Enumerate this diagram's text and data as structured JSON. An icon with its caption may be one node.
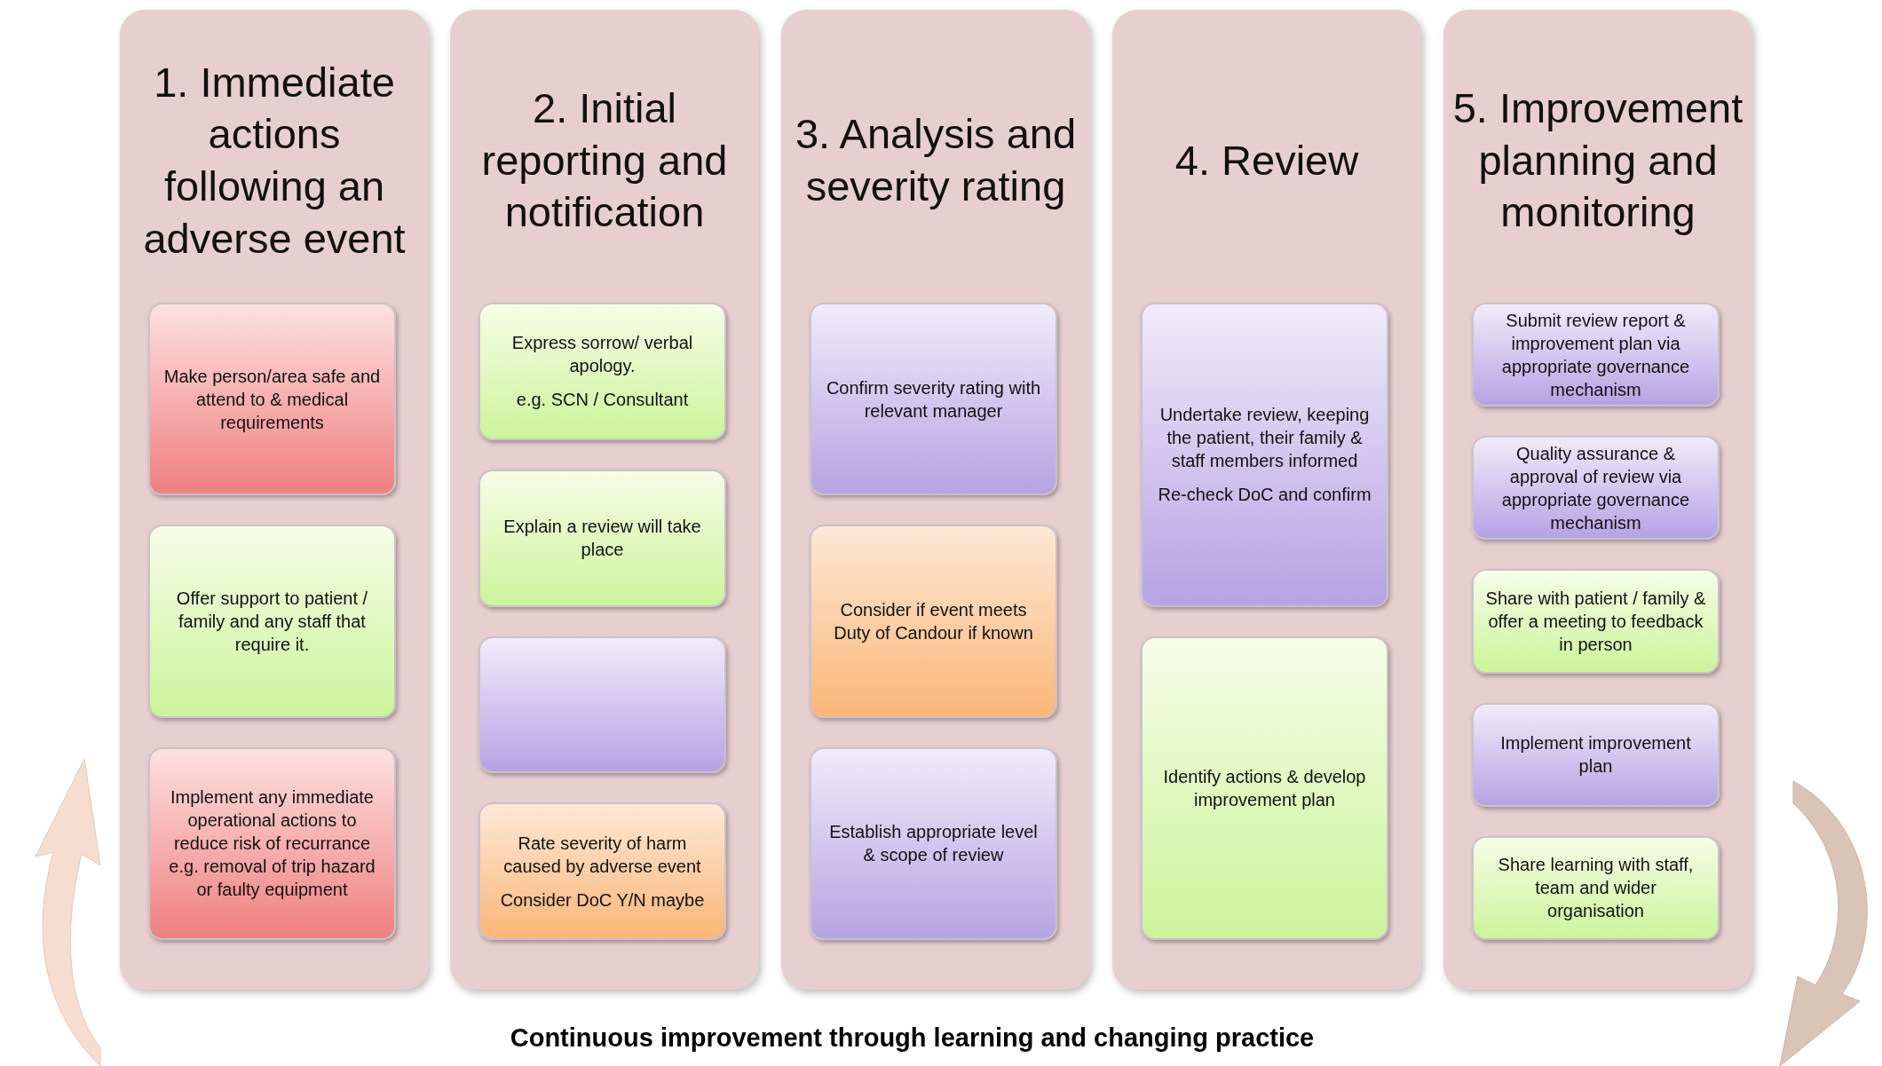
{
  "diagram": {
    "caption": "Continuous improvement through learning and changing practice",
    "nodes": [
      {
        "text": [
          "1. Immediate actions following an adverse event"
        ]
      },
      {
        "text": [
          "Make person/area safe and attend to & medical requirements"
        ],
        "in": 0
      },
      {
        "text": [
          "Offer support to patient / family and any staff that require it."
        ],
        "in": 0
      },
      {
        "text": [
          "Implement any immediate operational actions to reduce risk of recurrance e.g. removal of trip hazard or faulty equipment"
        ],
        "in": 0
      },
      {
        "text": [
          "2. Initial reporting and notification"
        ]
      },
      {
        "text": [
          "Express sorrow/ verbal apology.",
          "e.g. SCN / Consultant"
        ],
        "in": 4
      },
      {
        "text": [
          "Explain a review will take place"
        ],
        "in": 4
      },
      {
        "text": [],
        "shape": "box",
        "in": 4
      },
      {
        "text": [
          "Rate severity of harm caused by adverse event",
          "Consider DoC  Y/N maybe"
        ],
        "in": 4
      },
      {
        "text": [
          "3. Analysis and severity rating"
        ]
      },
      {
        "text": [
          "Confirm severity rating with relevant manager"
        ],
        "in": 9
      },
      {
        "text": [
          "Consider if event meets Duty of Candour if known"
        ],
        "in": 9
      },
      {
        "text": [
          "Establish appropriate level & scope of review"
        ],
        "in": 9
      },
      {
        "text": [
          "4. Review"
        ]
      },
      {
        "text": [
          "Undertake review, keeping the patient, their family & staff members informed",
          "Re-check DoC and confirm"
        ],
        "in": 13
      },
      {
        "text": [
          "Identify actions & develop improvement plan"
        ],
        "in": 13
      },
      {
        "text": [
          "5. Improvement planning and monitoring"
        ]
      },
      {
        "text": [
          "Submit review report & improvement plan via appropriate governance mechanism"
        ],
        "in": 16
      },
      {
        "text": [
          "Quality assurance & approval of review via appropriate governance mechanism"
        ],
        "in": 16
      },
      {
        "text": [
          "Share with  patient / family & offer a meeting to feedback in person"
        ],
        "in": 16
      },
      {
        "text": [
          "Implement improvement plan"
        ],
        "in": 16
      },
      {
        "text": [
          "Share learning with staff, team and wider organisation"
        ],
        "in": 16
      }
    ]
  }
}
